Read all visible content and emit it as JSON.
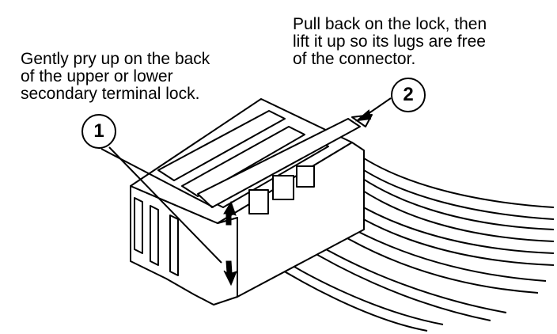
{
  "captions": {
    "step1": "Gently pry up on the back\nof the upper or lower\nsecondary terminal lock.",
    "step2": "Pull back on the lock, then\nlift it up so its lugs are free\nof the connector."
  },
  "callouts": {
    "one": "1",
    "two": "2"
  },
  "colors": {
    "ink": "#000000",
    "paper": "#ffffff"
  }
}
